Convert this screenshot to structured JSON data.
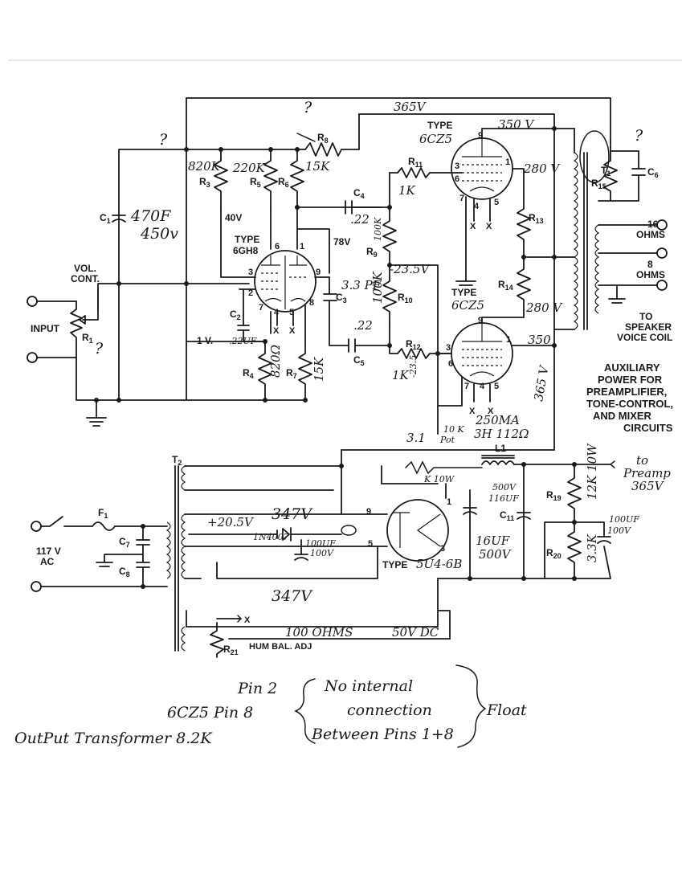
{
  "components": {
    "r1": "R",
    "r1_sub": "1",
    "r3": "R",
    "r3_sub": "3",
    "r3_hand": "820K",
    "r5": "R",
    "r5_sub": "5",
    "r5_hand": "220K",
    "r6": "R",
    "r6_sub": "6",
    "r6_hand": "15K",
    "r8": "R",
    "r8_sub": "8",
    "r9": "R",
    "r9_sub": "9",
    "r9_hand": "100K",
    "r10": "R",
    "r10_sub": "10",
    "r10_hand": "100K",
    "r11": "R",
    "r11_sub": "11",
    "r11_hand": "1K",
    "r12": "R",
    "r12_sub": "12",
    "r12_hand": "1K",
    "r13": "R",
    "r13_sub": "13",
    "r14": "R",
    "r14_sub": "14",
    "r15": "R",
    "r15_sub": "15",
    "r4": "R",
    "r4_sub": "4",
    "r4_hand": "820Ω",
    "r7": "R",
    "r7_sub": "7",
    "r7_hand": "15K",
    "r19": "R",
    "r19_sub": "19",
    "r19_hand": "12K 10W",
    "r20": "R",
    "r20_sub": "20",
    "r20_hand": "3.3K",
    "r21": "R",
    "r21_sub": "21",
    "c1": "C",
    "c1_sub": "1",
    "c2": "C",
    "c2_sub": "2",
    "c2_hand": ".22UF",
    "c3": "C",
    "c3_sub": "3",
    "c3_hand": "3.3 PF",
    "c4": "C",
    "c4_sub": "4",
    "c4_hand": ".22",
    "c5": "C",
    "c5_sub": "5",
    "c5_hand": ".22",
    "c6": "C",
    "c6_sub": "6",
    "c7": "C",
    "c7_sub": "7",
    "c8": "C",
    "c8_sub": "8",
    "c11": "C",
    "c11_sub": "11",
    "t1": "T",
    "t1_sub": "1",
    "t2": "T",
    "t2_sub": "2",
    "f1": "F",
    "f1_sub": "1",
    "l1": "L1"
  },
  "tubes": {
    "type_word": "TYPE",
    "v1_type": "6GH8",
    "v2_type": "6CZ5",
    "v3_type": "6CZ5",
    "rect_type": "5U4-6B",
    "pin1": "1",
    "pin2": "2",
    "pin3": "3",
    "pin4": "4",
    "pin5": "5",
    "pin6": "6",
    "pin7": "7",
    "pin8": "8",
    "pin9": "9",
    "x": "X"
  },
  "voltages": {
    "b365_top": "365V",
    "b350_top": "350 V",
    "v40": "40V",
    "v78": "78V",
    "v1": "1 V.",
    "v280_top": "280 V",
    "v280_mid": "280 V",
    "v350_mid": "350",
    "v365_vert": "365 V",
    "neg23_5": "-23.5V",
    "neg23_5b": "-23.5",
    "v20_5": "+20.5V",
    "v347_top": "347V",
    "v347_bot": "347V",
    "dc50": "50V DC",
    "ohms100": "100 OHMS",
    "v3_1": "3.1"
  },
  "labels": {
    "input": "INPUT",
    "vol_cont": "VOL.\nCONT.",
    "ohms16": "16\nOHMS",
    "ohms8": "8\nOHMS",
    "to_speaker": "TO\nSPEAKER\nVOICE COIL",
    "aux_power": "AUXILIARY\nPOWER FOR\nPREAMPLIFIER,\nTONE-CONTROL,\nAND MIXER\nCIRCUITS",
    "ac117": "117 V\nAC",
    "hum_bal": "HUM BAL. ADJ"
  },
  "hand_notes": {
    "c1_value": "470F\n450v",
    "q1": "?",
    "q2": "?",
    "q3": "?",
    "q4": "?",
    "pot10k": "10 K\nPot",
    "ma250": "250MA\n3H 112Ω",
    "k10w": "K 10W",
    "c11_rating": "500V\n116UF",
    "c16uf": "16UF\n500V",
    "diode": "1N4007",
    "cap100uf_diode": "100UF\n100V",
    "to_preamp": "to\nPreamp\n365V",
    "cap100uf_right": "100UF\n100V",
    "footer_pin2": "Pin 2",
    "footer_6cz5": "6CZ5 Pin 8",
    "footer_no_internal": "No internal",
    "footer_connection": "connection",
    "footer_between": "Between Pins 1+8",
    "footer_float": "Float",
    "footer_output": "OutPut Transformer 8.2K"
  }
}
